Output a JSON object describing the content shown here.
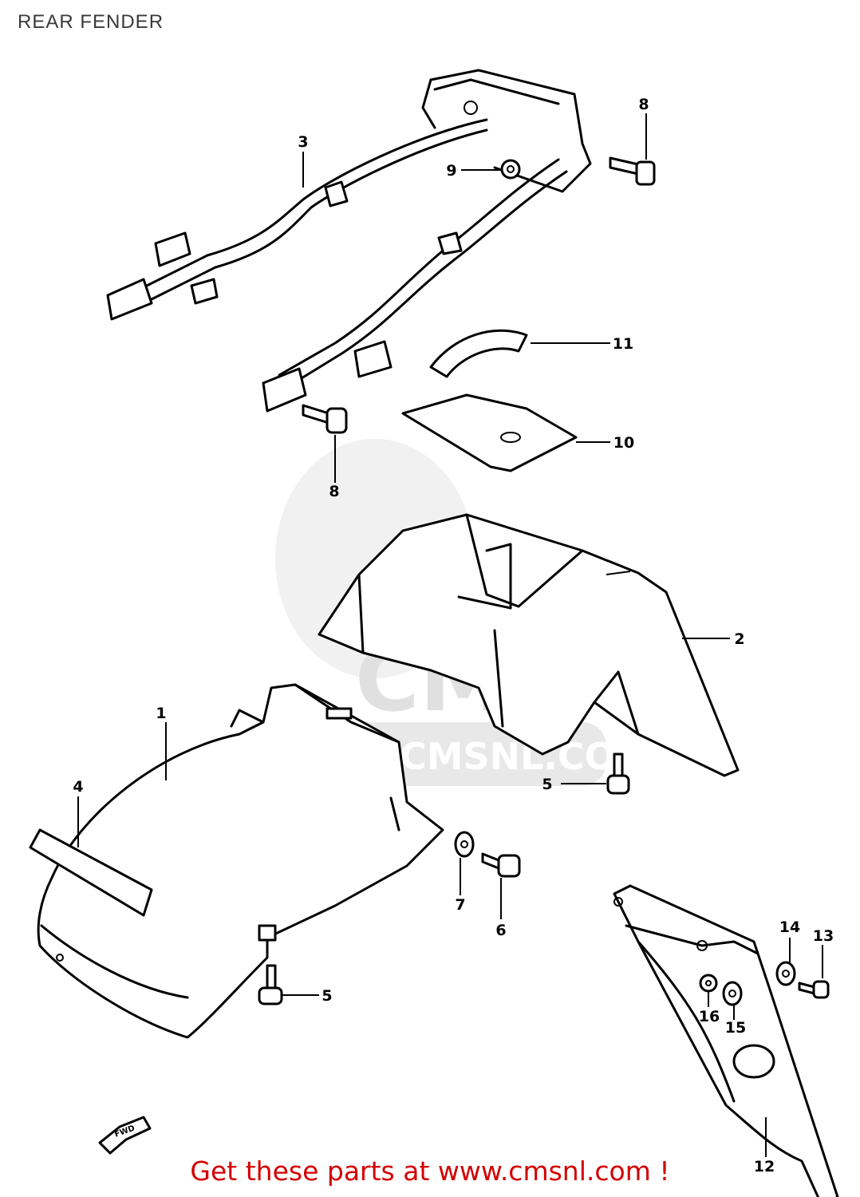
{
  "header": {
    "title": "REAR FENDER"
  },
  "footer": {
    "cta": "Get these parts at www.cmsnl.com !"
  },
  "watermark": {
    "logo_text": "CMS",
    "url_text": "WWW.CMSNL.COM"
  },
  "direction_marker": {
    "text": "FWD"
  },
  "callouts": [
    "1",
    "2",
    "3",
    "4",
    "5",
    "5",
    "6",
    "7",
    "8",
    "8",
    "9",
    "10",
    "11",
    "12",
    "13",
    "14",
    "15",
    "16"
  ]
}
